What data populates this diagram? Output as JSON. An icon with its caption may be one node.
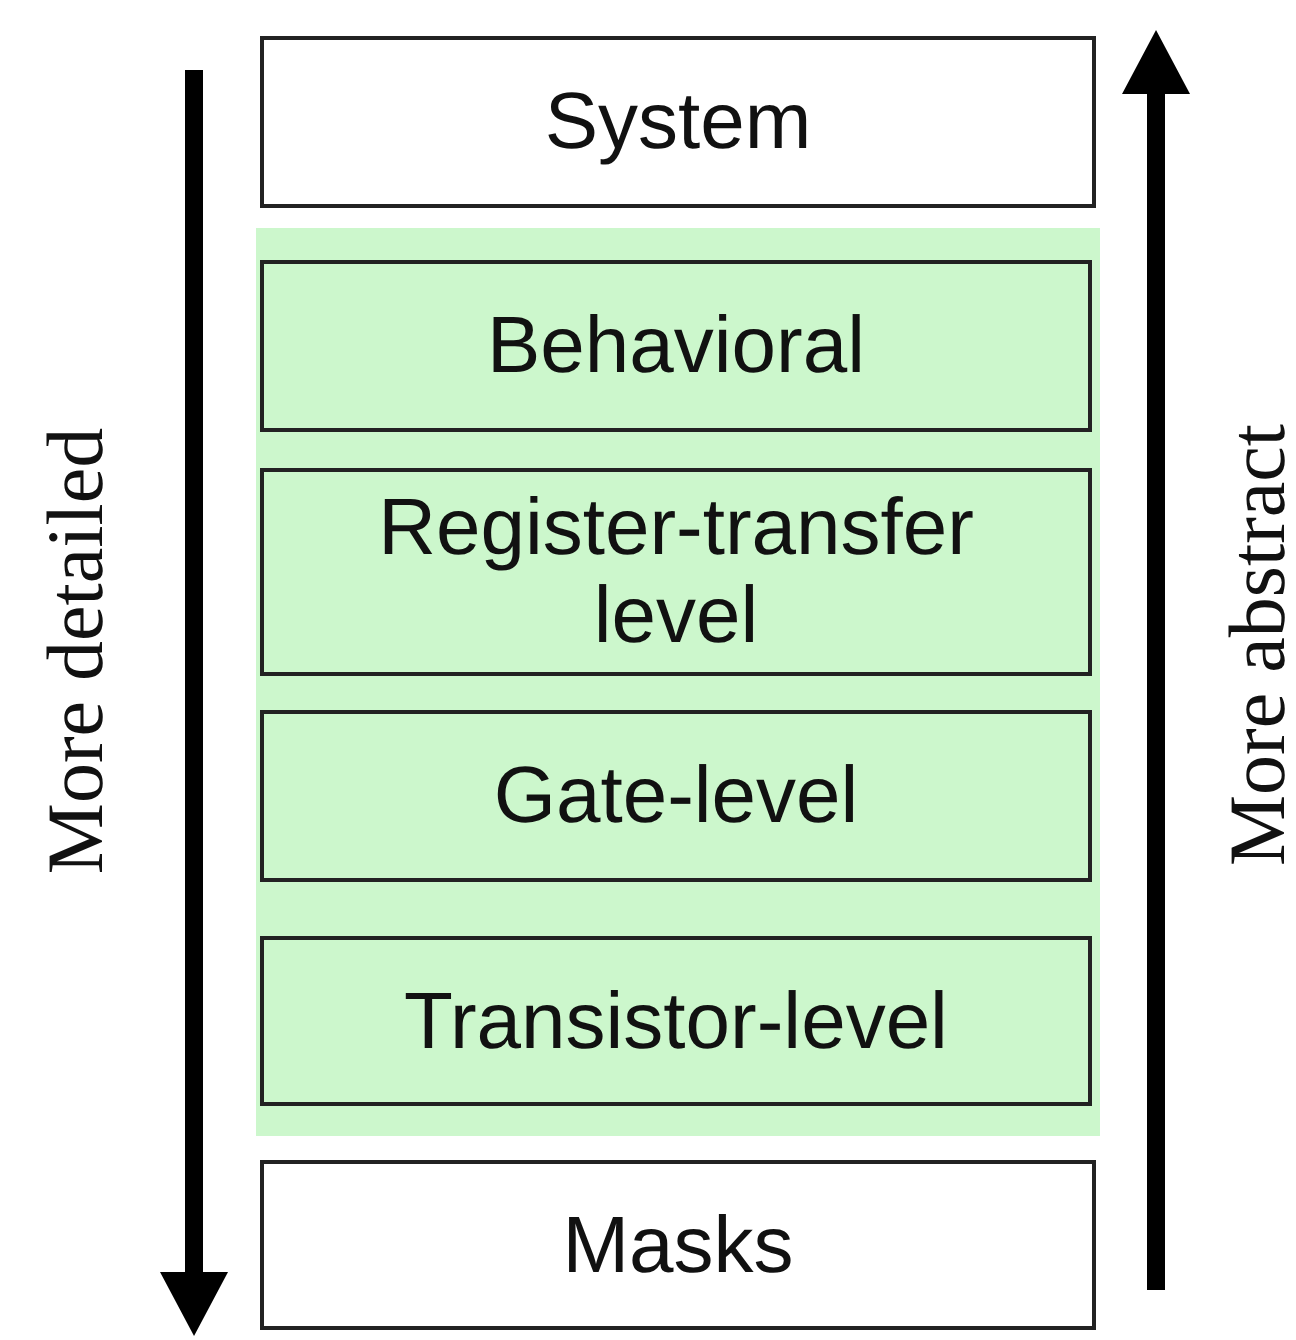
{
  "diagram": {
    "nodes": [
      {
        "text": [
          "System"
        ]
      },
      {
        "text": [],
        "shape": "box"
      },
      {
        "text": [
          "Behavioral"
        ],
        "in": 1
      },
      {
        "text": [
          "Register-transfer level"
        ],
        "in": 1
      },
      {
        "text": [
          "Gate-level"
        ],
        "in": 1
      },
      {
        "text": [
          "Transistor-level"
        ],
        "in": 1
      },
      {
        "text": [
          "Masks"
        ]
      }
    ],
    "labels": [
      "More detailed",
      "More abstract"
    ]
  }
}
